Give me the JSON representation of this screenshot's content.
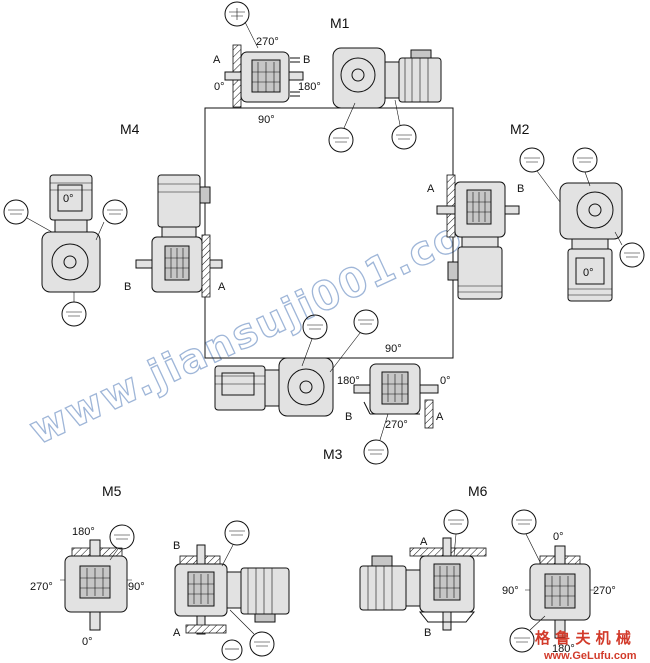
{
  "positions": {
    "m1": {
      "label": "M1"
    },
    "m2": {
      "label": "M2"
    },
    "m3": {
      "label": "M3"
    },
    "m4": {
      "label": "M4"
    },
    "m5": {
      "label": "M5"
    },
    "m6": {
      "label": "M6"
    }
  },
  "angles": {
    "a0": "0°",
    "a90": "90°",
    "a180": "180°",
    "a270": "270°"
  },
  "sides": {
    "a": "A",
    "b": "B"
  },
  "watermark": "www.jiansuji001.com",
  "footer": {
    "logo_cn": "格 鲁 夫 机 械",
    "logo_url": "www.GeLufu.com"
  }
}
